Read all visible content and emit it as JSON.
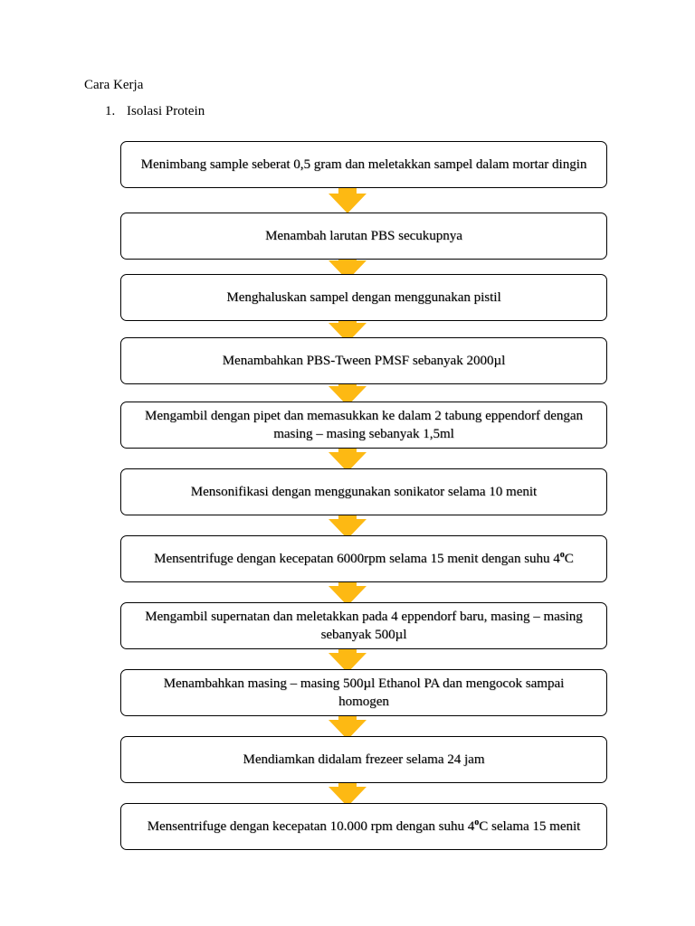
{
  "heading": "Cara Kerja",
  "section": {
    "number": "1.",
    "title": "Isolasi Protein"
  },
  "arrow_color": "#FDB913",
  "steps": [
    {
      "pre": "Menimbang sample seberat 0,5 gram dan meletakkan sampel dalam mortar dingin",
      "sup": "",
      "post": ""
    },
    {
      "pre": "Menambah larutan PBS secukupnya",
      "sup": "",
      "post": ""
    },
    {
      "pre": "Menghaluskan sampel dengan menggunakan pistil",
      "sup": "",
      "post": ""
    },
    {
      "pre": "Menambahkan PBS-Tween PMSF sebanyak 2000µl",
      "sup": "",
      "post": ""
    },
    {
      "pre": "Mengambil dengan pipet dan memasukkan ke dalam 2 tabung eppendorf dengan masing – masing sebanyak 1,5ml",
      "sup": "",
      "post": ""
    },
    {
      "pre": "Mensonifikasi dengan menggunakan sonikator selama 10 menit",
      "sup": "",
      "post": ""
    },
    {
      "pre": "Mensentrifuge dengan kecepatan 6000rpm selama 15 menit dengan suhu 4",
      "sup": "o",
      "post": "C"
    },
    {
      "pre": "Mengambil supernatan dan meletakkan pada 4 eppendorf baru, masing – masing sebanyak 500µl",
      "sup": "",
      "post": ""
    },
    {
      "pre": "Menambahkan masing – masing 500µl Ethanol PA dan mengocok sampai homogen",
      "sup": "",
      "post": ""
    },
    {
      "pre": "Mendiamkan didalam frezeer selama 24 jam",
      "sup": "",
      "post": ""
    },
    {
      "pre": "Mensentrifuge dengan kecepatan 10.000 rpm dengan suhu 4",
      "sup": "o",
      "post": "C selama 15 menit"
    }
  ]
}
